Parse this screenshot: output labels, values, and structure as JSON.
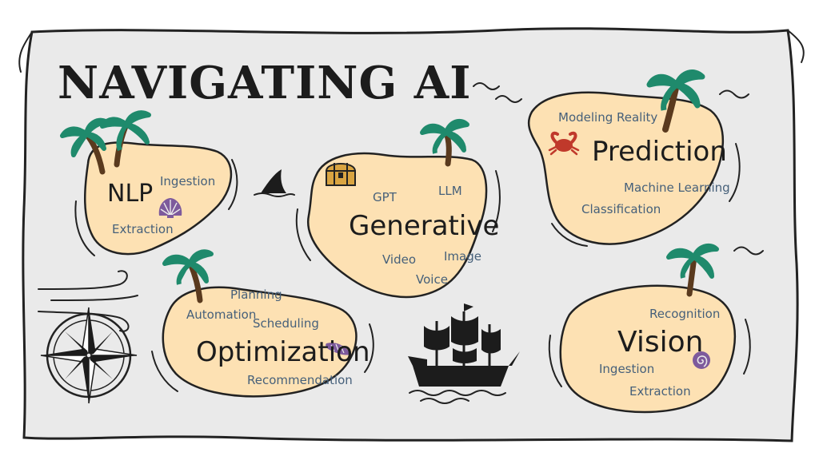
{
  "title": "NAVIGATING AI",
  "colors": {
    "paper": "#eaeaea",
    "sand": "#fde1b3",
    "outline": "#222222",
    "label": "#46607a",
    "palm_leaf": "#1f8a6c",
    "palm_trunk": "#5a3a1e",
    "crab": "#c0392b",
    "shell": "#7d5a9c",
    "chest": "#d9a441"
  },
  "islands": {
    "nlp": {
      "name": "NLP",
      "terms": [
        "Ingestion",
        "Extraction"
      ],
      "icon": "scallop-shell-icon"
    },
    "generative": {
      "name": "Generative",
      "terms": [
        "GPT",
        "LLM",
        "Video",
        "Image",
        "Voice"
      ],
      "icon": "treasure-chest-icon"
    },
    "prediction": {
      "name": "Prediction",
      "terms": [
        "Modeling Reality",
        "Machine Learning",
        "Classification"
      ],
      "icon": "crab-icon"
    },
    "optimization": {
      "name": "Optimization",
      "terms": [
        "Planning",
        "Automation",
        "Scheduling",
        "Recommendation"
      ],
      "icon": "conch-shell-icon"
    },
    "vision": {
      "name": "Vision",
      "terms": [
        "Recognition",
        "Ingestion",
        "Extraction"
      ],
      "icon": "snail-shell-icon"
    }
  },
  "decorations": [
    "compass-rose-icon",
    "pirate-ship-icon",
    "shark-fin-icon",
    "palm-tree-icon",
    "wind-swirl-icon"
  ]
}
